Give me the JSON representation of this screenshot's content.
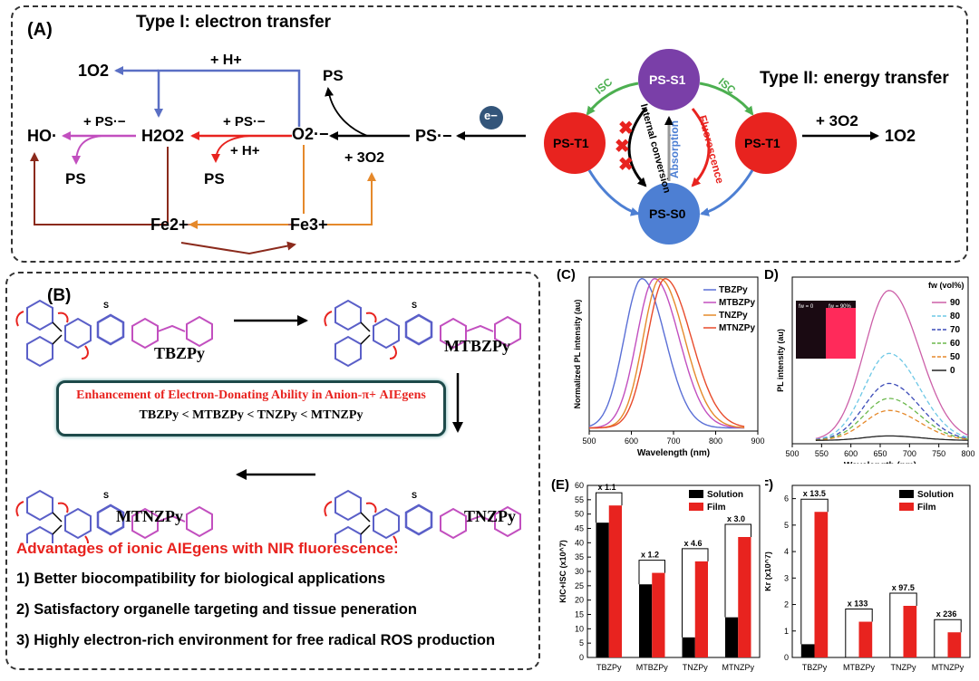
{
  "panelA": {
    "label": "(A)",
    "type1_title": "Type I: electron transfer",
    "type2_title": "Type II: energy transfer",
    "species": {
      "singlet_o2_left": "1O2",
      "h_plus_top": "+ H+",
      "ps_top": "PS",
      "ho_radical": "HO·",
      "h2o2": "H2O2",
      "superoxide": "O2·−",
      "ps_radical": "PS·−",
      "electron": "e−",
      "plus_ps_rad_1": "+ PS·−",
      "plus_ps_rad_2": "+ PS·−",
      "plus_h_mid": "+ H+",
      "ps_left": "PS",
      "ps_mid": "PS",
      "plus_triplet_o2": "+ 3O2",
      "fe2": "Fe2+",
      "fe3": "Fe3+",
      "plus_triplet_o2_right": "+ 3O2",
      "singlet_o2_right": "1O2"
    },
    "jablonski": {
      "s1": "PS-S1",
      "t1_left": "PS-T1",
      "t1_right": "PS-T1",
      "s0": "PS-S0",
      "isc_left": "ISC",
      "isc_right": "ISC",
      "internal_conversion": "Internal conversion",
      "absorption": "Absorption",
      "fluorescence": "Fluorescence"
    }
  },
  "panelB": {
    "label": "(B)",
    "molecules": [
      "TBZPy",
      "MTBZPy",
      "TNZPy",
      "MTNZPy"
    ],
    "box_title": "Enhancement of Electron-Donating Ability in Anion-π+ AIEgens",
    "box_order": "TBZPy < MTBZPy < TNZPy < MTNZPy",
    "advantages_title": "Advantages of ionic AIEgens with NIR fluorescence:",
    "advantages": [
      "1) Better biocompatibility for biological applications",
      "2) Satisfactory organelle targeting and tissue peneration",
      "3) Highly electron-rich environment  for free radical ROS production"
    ]
  },
  "colors": {
    "red": "#e8231f",
    "blue": "#5a6fc4",
    "purple_node": "#7a3fa8",
    "blue_node": "#4d7fd3",
    "orange": "#e5892b",
    "brown": "#8b2a1c",
    "magenta": "#c24fbf",
    "green": "#4caf50",
    "box_border": "#1e4a4a"
  },
  "chart_data": [
    {
      "panel": "(C)",
      "type": "line",
      "xlabel": "Wavelength (nm)",
      "ylabel": "Normalized PL intensity (au)",
      "xlim": [
        500,
        900
      ],
      "xticks": [
        500,
        600,
        700,
        800,
        900
      ],
      "series": [
        {
          "name": "TBZPy",
          "color": "#5a6fd6",
          "peak": 625,
          "sigma_left": 42,
          "sigma_right": 55
        },
        {
          "name": "MTBZPy",
          "color": "#c24fbf",
          "peak": 655,
          "sigma_left": 42,
          "sigma_right": 58
        },
        {
          "name": "TNZPy",
          "color": "#e58a2b",
          "peak": 668,
          "sigma_left": 40,
          "sigma_right": 58
        },
        {
          "name": "MTNZPy",
          "color": "#e84b2b",
          "peak": 680,
          "sigma_left": 42,
          "sigma_right": 62
        }
      ]
    },
    {
      "panel": "(D)",
      "type": "line",
      "xlabel": "Wavelength (nm)",
      "ylabel": "PL intensity (au)",
      "xlim": [
        500,
        800
      ],
      "xticks": [
        500,
        550,
        600,
        650,
        700,
        750,
        800
      ],
      "legend_title": "fw (vol%)",
      "inset": {
        "left": "fw = 0",
        "right": "fw = 90%"
      },
      "series": [
        {
          "name": "90",
          "color": "#cc5fa8",
          "style": "solid",
          "peak_level": 1.0
        },
        {
          "name": "80",
          "color": "#6ec8e6",
          "style": "dash",
          "peak_level": 0.58
        },
        {
          "name": "70",
          "color": "#3c4bb8",
          "style": "dash",
          "peak_level": 0.38
        },
        {
          "name": "60",
          "color": "#6bb84c",
          "style": "dash",
          "peak_level": 0.28
        },
        {
          "name": "50",
          "color": "#e5892b",
          "style": "dash",
          "peak_level": 0.2
        },
        {
          "name": "0",
          "color": "#222222",
          "style": "solid",
          "peak_level": 0.03
        }
      ],
      "peak_wavelength": 665
    },
    {
      "panel": "(E)",
      "type": "bar",
      "ylabel": "KIC+ISC (x10^7)",
      "ylim": [
        0,
        60
      ],
      "yticks": [
        0,
        5,
        10,
        15,
        20,
        25,
        30,
        35,
        40,
        45,
        50,
        55,
        60
      ],
      "categories": [
        "TBZPy",
        "MTBZPy",
        "TNZPy",
        "MTNZPy"
      ],
      "series": [
        {
          "name": "Solution",
          "color": "#000000",
          "values": [
            47,
            25.5,
            7,
            14
          ]
        },
        {
          "name": "Film",
          "color": "#e8231f",
          "values": [
            53,
            29.5,
            33.5,
            42
          ]
        }
      ],
      "ratios": [
        "x 1.1",
        "x 1.2",
        "x 4.6",
        "x 3.0"
      ]
    },
    {
      "panel": "(F)",
      "type": "bar",
      "ylabel": "Kr (x10^7)",
      "ylim": [
        0,
        6.5
      ],
      "yticks": [
        0,
        1,
        2,
        3,
        4,
        5,
        6
      ],
      "categories": [
        "TBZPy",
        "MTBZPy",
        "TNZPy",
        "MTNZPy"
      ],
      "series": [
        {
          "name": "Solution",
          "color": "#000000",
          "values": [
            0.5,
            0.01,
            0.02,
            0.004
          ]
        },
        {
          "name": "Film",
          "color": "#e8231f",
          "values": [
            5.5,
            1.35,
            1.95,
            0.95
          ]
        }
      ],
      "ratios": [
        "x 13.5",
        "x 133",
        "x 97.5",
        "x 236"
      ]
    }
  ]
}
